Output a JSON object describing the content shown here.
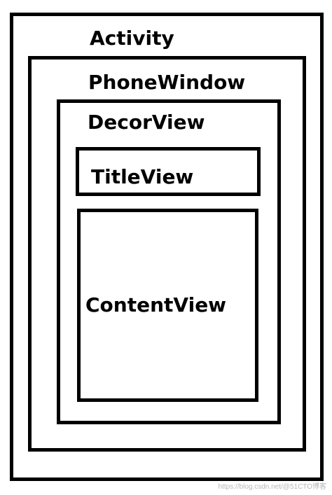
{
  "diagram": {
    "activity": {
      "label": "Activity"
    },
    "phone_window": {
      "label": "PhoneWindow"
    },
    "decor_view": {
      "label": "DecorView"
    },
    "title_view": {
      "label": "TitleView"
    },
    "content_view": {
      "label": "ContentView"
    }
  },
  "watermark": {
    "text": "https://blog.csdn.net/@51CTO博客"
  },
  "colors": {
    "border": "#000000",
    "background": "#ffffff"
  }
}
